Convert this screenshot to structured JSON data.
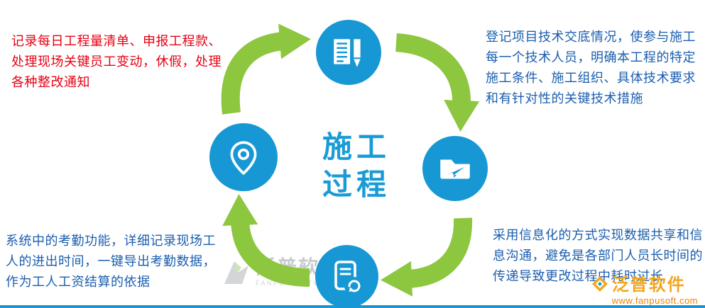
{
  "center": {
    "line1": "施工",
    "line2": "过程"
  },
  "notes": {
    "top_left": "记录每日工程量清单、申报工程款、处理现场关键员工变动，休假，处理各种整改通知",
    "top_right": "登记项目技术交底情况，使参与施工每一个技术人员，明确本工程的特定施工条件、施工组织、具体技术要求和有针对性的关键技术措施",
    "bottom_left": "系统中的考勤功能，详细记录现场工人的进出时间，一键导出考勤数据，作为工人工资结算的依据",
    "bottom_right": "采用信息化的方式实现数据共享和信息沟通，避免是各部门人员长时间的传递导致更改过程中耗时过长"
  },
  "icons": [
    {
      "name": "document-pencil-icon",
      "position": "top"
    },
    {
      "name": "folder-send-icon",
      "position": "right"
    },
    {
      "name": "document-sync-icon",
      "position": "bottom"
    },
    {
      "name": "location-pin-icon",
      "position": "left"
    }
  ],
  "watermark": {
    "brand": "泛普软件",
    "subtitle": "FANPU SOFTWARE"
  },
  "footer": {
    "brand": "泛普软件",
    "url": "www.fanpusoft.com"
  },
  "colors": {
    "circle_blue": "#1798d4",
    "arrow_green": "#8dc63f",
    "note_red": "#e60012",
    "note_blue": "#1b5eae",
    "title_blue": "#1a9bd7",
    "brand_orange": "#f2a71f"
  }
}
